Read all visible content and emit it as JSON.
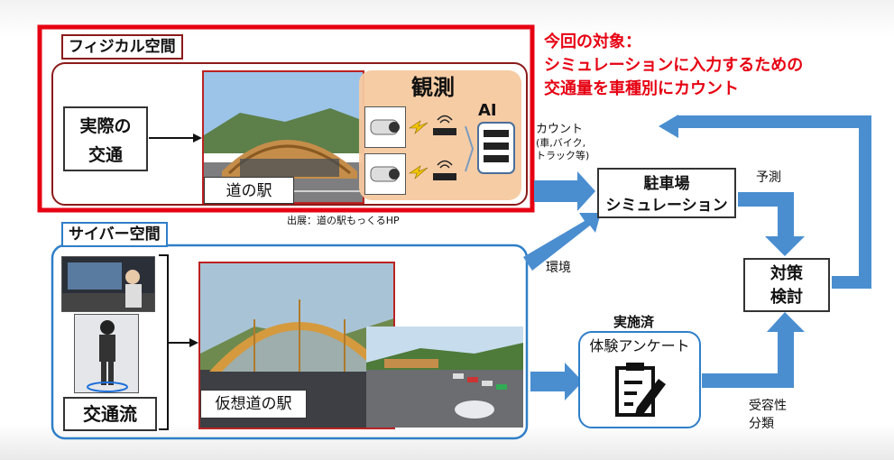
{
  "target_note": {
    "line1": "今回の対象：",
    "line2": "シミュレーションに入力するための",
    "line3": "交通量を車種別にカウント"
  },
  "physical": {
    "tag": "フィジカル空間",
    "real_traffic": [
      "実際の",
      "交通"
    ],
    "photo_caption": "道の駅",
    "observation_title": "観測",
    "ai_label": "AI",
    "source": "出展：道の駅もっくるHP"
  },
  "count_label": {
    "title": "カウント",
    "detail1": "(車,バイク,",
    "detail2": "トラック等)"
  },
  "simulation": {
    "line1": "駐車場",
    "line2": "シミュレーション"
  },
  "prediction_label": "予測",
  "measures": {
    "line1": "対策",
    "line2": "検討"
  },
  "environment_label": "環境",
  "cyber": {
    "tag": "サイバー空間",
    "traffic_flow": "交通流",
    "virtual_caption": "仮想道の駅"
  },
  "survey": {
    "done_label": "実施済",
    "title": "体験アンケート"
  },
  "acceptance_label": {
    "line1": "受容性",
    "line2": "分類"
  },
  "colors": {
    "red": "#e60012",
    "blue": "#2f7fc8",
    "arrow_blue": "#4a8ed0",
    "dark_red": "#8b1a1a",
    "orange_panel": "#f6c9a0"
  }
}
